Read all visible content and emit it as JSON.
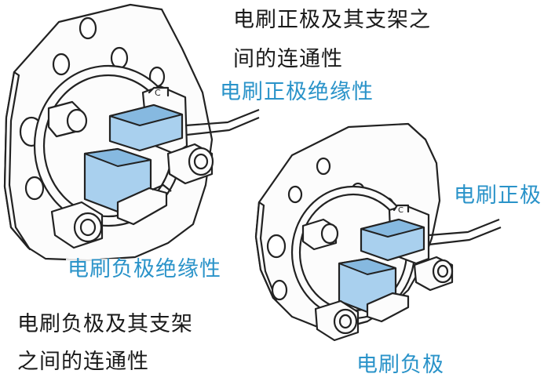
{
  "labels": {
    "top_continuity_line1": "电刷正极及其支架之",
    "top_continuity_line2": "间的连通性",
    "positive_insulation": "电刷正极绝缘性",
    "negative_insulation": "电刷负极绝缘性",
    "bottom_continuity_line1": "电刷负极及其支架",
    "bottom_continuity_line2": "之间的连通性",
    "positive_brush": "电刷正极",
    "negative_brush": "电刷负极",
    "terminal_mark": "C"
  },
  "colors": {
    "label_black": "#1a1a1a",
    "label_blue": "#2a93c9",
    "brush_blue": "#a9d0ee",
    "plate_fill": "#fcfcfc",
    "outline": "#222222"
  }
}
